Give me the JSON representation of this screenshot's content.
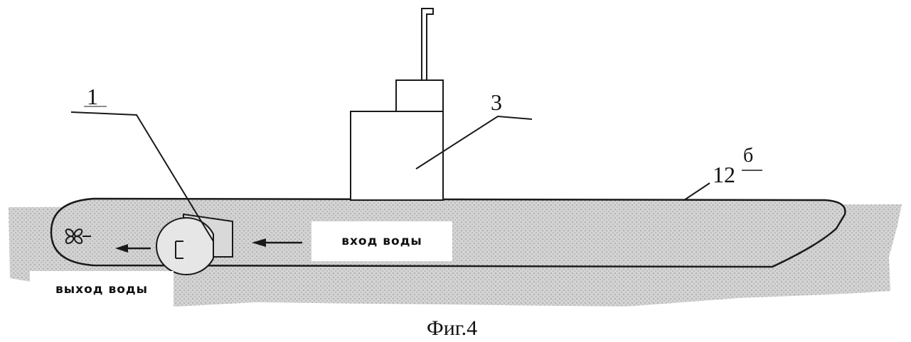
{
  "labels": {
    "part_1": "1",
    "part_3": "3",
    "part_12_number": "12",
    "part_12_suffix": "б"
  },
  "water_inlet_label": "вход воды",
  "water_outlet_label": "выход воды",
  "caption": "Фиг.4",
  "colors": {
    "water_fill": "#cfcfcf",
    "line": "#1a1a1a",
    "background": "#ffffff"
  },
  "icons": [
    "propeller-icon",
    "flow-arrow-icon"
  ]
}
